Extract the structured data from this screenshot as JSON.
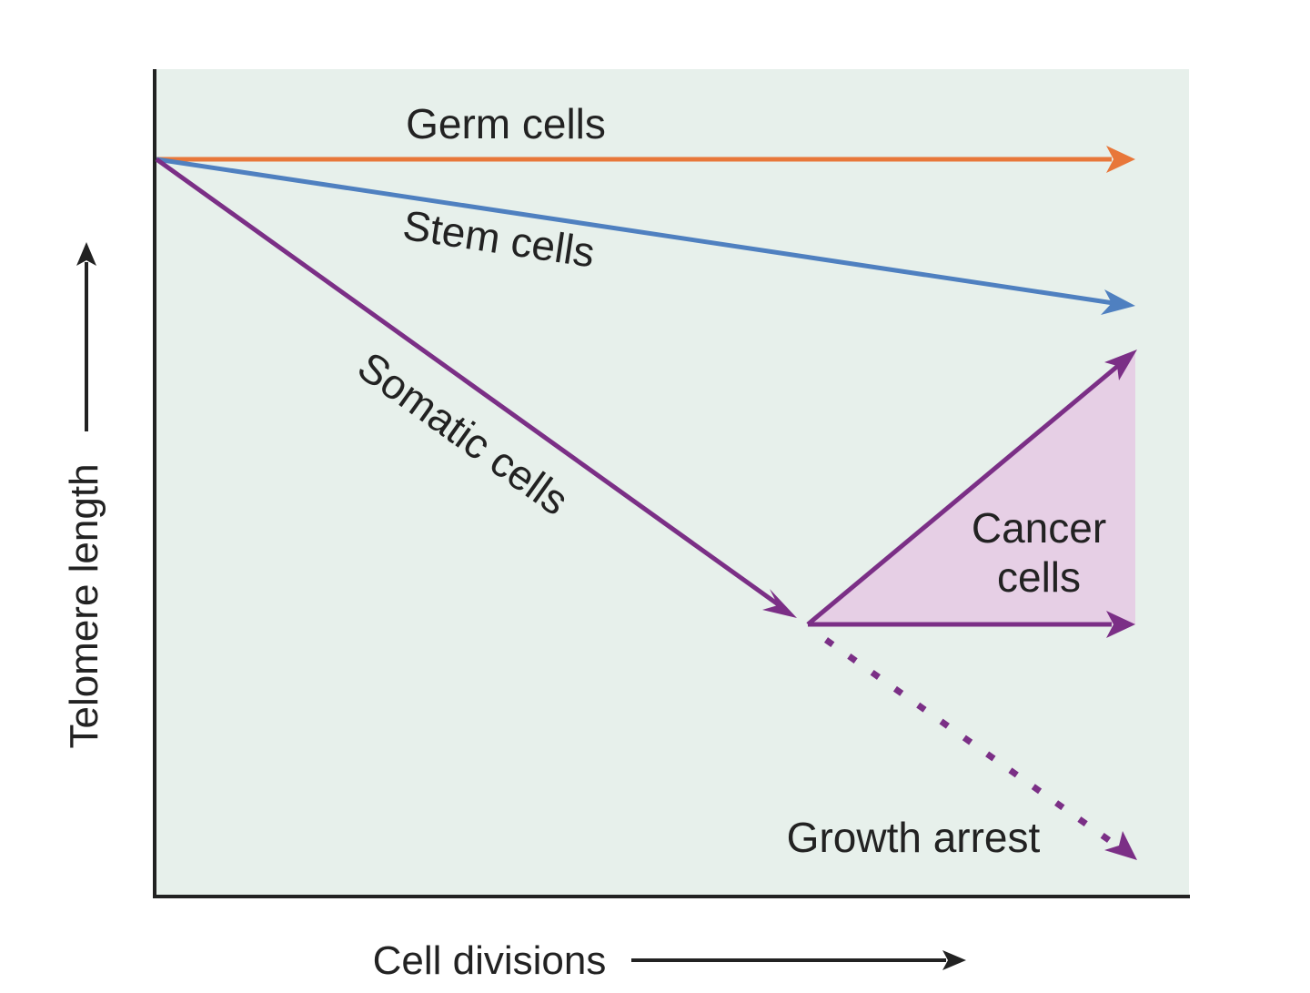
{
  "axes": {
    "x_label": "Cell divisions",
    "y_label": "Telomere length"
  },
  "series_labels": {
    "germ": "Germ cells",
    "stem": "Stem cells",
    "somatic": "Somatic cells",
    "cancer_line1": "Cancer",
    "cancer_line2": "cells",
    "growth_arrest": "Growth arrest"
  },
  "colors": {
    "plot_background": "#e7f0eb",
    "axis": "#222222",
    "germ": "#e8773a",
    "stem": "#4f80c0",
    "somatic": "#7b2f86",
    "cancer_fill": "#e6cfe5"
  }
}
